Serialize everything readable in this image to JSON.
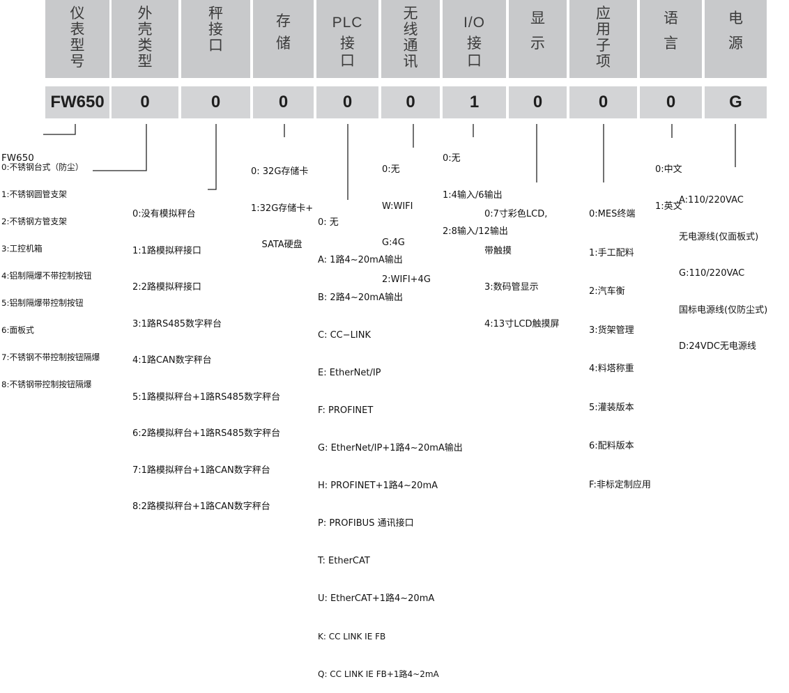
{
  "headers": [
    {
      "id": "model",
      "label": "仪表型号"
    },
    {
      "id": "housing",
      "label": "外壳类型"
    },
    {
      "id": "scale",
      "label": "秤接口"
    },
    {
      "id": "storage",
      "label": "存储"
    },
    {
      "id": "plc",
      "label": "PLC接口",
      "latin": "PLC",
      "rest": "接口"
    },
    {
      "id": "wireless",
      "label": "无线通讯"
    },
    {
      "id": "io",
      "label": "I/O接口",
      "latin": "I/O",
      "rest": "接口"
    },
    {
      "id": "display",
      "label": "显示"
    },
    {
      "id": "app",
      "label": "应用子项"
    },
    {
      "id": "lang",
      "label": "语言"
    },
    {
      "id": "power",
      "label": "电源"
    }
  ],
  "values": [
    "FW650",
    "0",
    "0",
    "0",
    "0",
    "0",
    "1",
    "0",
    "0",
    "0",
    "G"
  ],
  "options": {
    "model": [
      "FW650"
    ],
    "housing": [
      "0:不锈钢台式（防尘）",
      "1:不锈钢圆管支架",
      "2:不锈钢方管支架",
      "3:工控机箱",
      "4:铝制隔爆不带控制按钮",
      "5:铝制隔爆带控制按钮",
      "6:面板式",
      "7:不锈钢不带控制按钮隔爆",
      "8:不锈钢带控制按钮隔爆"
    ],
    "scale": [
      "0:没有模拟秤台",
      "1:1路模拟秤接口",
      "2:2路模拟秤接口",
      "3:1路RS485数字秤台",
      "4:1路CAN数字秤台",
      "5:1路模拟秤台+1路RS485数字秤台",
      "6:2路模拟秤台+1路RS485数字秤台",
      "7:1路模拟秤台+1路CAN数字秤台",
      "8:2路模拟秤台+1路CAN数字秤台"
    ],
    "storage": [
      "0: 32G存储卡",
      "1:32G存储卡+",
      "SATA硬盘"
    ],
    "plc": [
      "0: 无",
      "A: 1路4~20mA输出",
      "B: 2路4~20mA输出",
      "C: CC−LINK",
      "E: EtherNet/IP",
      "F: PROFINET",
      "G: EtherNet/IP+1路4~20mA输出",
      "H: PROFINET+1路4~20mA",
      "P: PROFIBUS 通讯接口",
      "T: EtherCAT",
      "U: EtherCAT+1路4~20mA",
      "K: CC LINK IE FB",
      "Q: CC LINK IE FB+1路4~2mA"
    ],
    "wireless": [
      "0:无",
      "W:WIFI",
      "G:4G",
      "2:WIFI+4G"
    ],
    "io": [
      "0:无",
      "1:4输入/6输出",
      "2:8输入/12输出"
    ],
    "display": [
      "0:7寸彩色LCD,",
      "带触摸",
      "3:数码管显示",
      "4:13寸LCD触摸屏"
    ],
    "app": [
      "0:MES终端",
      "1:手工配料",
      "2:汽车衡",
      "3:货架管理",
      "4:料塔称重",
      "5:灌装版本",
      "6:配料版本",
      "F:非标定制应用"
    ],
    "lang": [
      "0:中文",
      "1:英文"
    ],
    "power": [
      "A:110/220VAC",
      "无电源线(仅面板式)",
      "G:110/220VAC",
      "国标电源线(仅防尘式)",
      "D:24VDC无电源线"
    ]
  }
}
